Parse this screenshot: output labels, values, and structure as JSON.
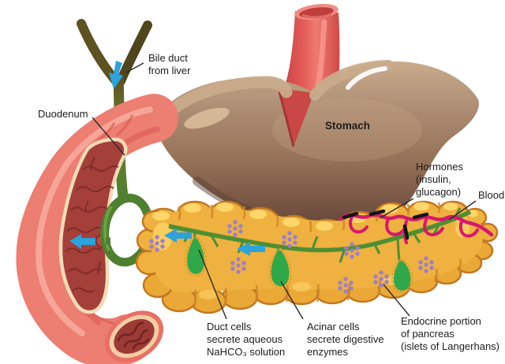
{
  "figure": {
    "type": "anatomical-diagram",
    "subject": "Pancreas with stomach, duodenum and bile duct"
  },
  "labels": {
    "bile_duct": "Bile duct\nfrom liver",
    "duodenum": "Duodenum",
    "stomach": "Stomach",
    "hormones": "Hormones\n(insulin,\nglucagon)",
    "blood": "Blood",
    "duct_cells": "Duct cells\nsecrete aqueous\nNaHCO₃ solution",
    "acinar_cells": "Acinar cells\nsecrete digestive\nenzymes",
    "endocrine": "Endocrine portion\nof pancreas\n(islets of Langerhans)"
  },
  "structures": [
    "esophagus",
    "stomach",
    "duodenum",
    "bile duct",
    "pancreas",
    "pancreatic duct",
    "duct cells",
    "acinar cells",
    "islets of Langerhans",
    "blood vessels",
    "duodenal papilla",
    "flow arrows"
  ],
  "colors": {
    "background": "#ffffff",
    "stomach_brown": "#977459",
    "stomach_tan": "#c9ab8b",
    "esophagus_red": "#e25956",
    "duodenum_pink": "#ec7e72",
    "duodenum_interior": "#a53f3a",
    "pancreas_yellow": "#efb13f",
    "pancreas_outline": "#c4771f",
    "duct_green": "#4e8f33",
    "bile_duct_olive": "#5d5222",
    "acinar_green": "#2fa84a",
    "islet_purple": "#9d80c6",
    "vessel_magenta": "#d6186e",
    "flow_arrow_blue": "#2da3dc",
    "label_text": "#1d1d1d"
  }
}
